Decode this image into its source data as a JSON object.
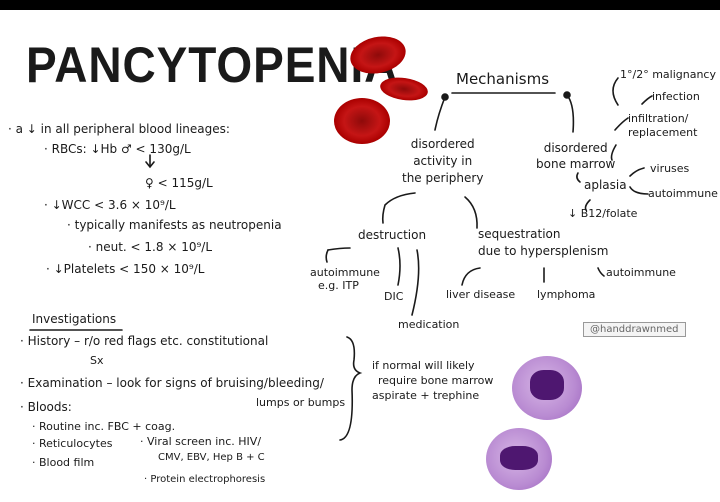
{
  "title": "PANCYTOPENIA",
  "definition": {
    "intro": "· a ↓ in all peripheral blood lineages:",
    "rbc": "· RBCs: ↓Hb  ♂ < 130g/L",
    "rbc_female": "♀ < 115g/L",
    "wcc": "· ↓WCC < 3.6 × 10⁹/L",
    "neutropenia": "· typically manifests as neutropenia",
    "neut": "· neut. < 1.8 × 10⁹/L",
    "platelets": "· ↓Platelets < 150 × 10⁹/L"
  },
  "mechanisms": {
    "heading": "Mechanisms",
    "periphery": [
      "disordered",
      "activity in",
      "the periphery"
    ],
    "marrow": [
      "disordered",
      "bone marrow"
    ],
    "malignancy": "1°/2° malignancy",
    "infection": "infection",
    "infiltration": [
      "infiltration/",
      "replacement"
    ],
    "aplasia": "aplasia",
    "viruses": "viruses",
    "autoimmune_aplasia": "autoimmune",
    "b12": "↓ B12/folate",
    "destruction": "destruction",
    "sequestration": [
      "sequestration",
      "due to hypersplenism"
    ],
    "autoimmune_itp": [
      "autoimmune",
      "e.g. ITP"
    ],
    "dic": "DIC",
    "medication": "medication",
    "liver": "liver disease",
    "lymphoma": "lymphoma",
    "autoimmune_seq": "autoimmune"
  },
  "investigations": {
    "heading": "Investigations",
    "history": "· History – r/o red flags etc. constitutional",
    "sx": "Sx",
    "exam": "· Examination – look for signs of bruising/bleeding/",
    "exam2": "lumps or bumps",
    "bloods": "· Bloods:",
    "routine": "· Routine inc. FBC + coag.",
    "retic": "· Reticulocytes",
    "film": "· Blood film",
    "viral": "· Viral screen inc. HIV/",
    "viral2": "CMV, EBV, Hep B + C",
    "protein": "· Protein electrophoresis",
    "marrow_note": [
      "if normal will likely",
      "require bone marrow",
      "aspirate + trephine"
    ]
  },
  "watermark": "@handdrawnmed"
}
